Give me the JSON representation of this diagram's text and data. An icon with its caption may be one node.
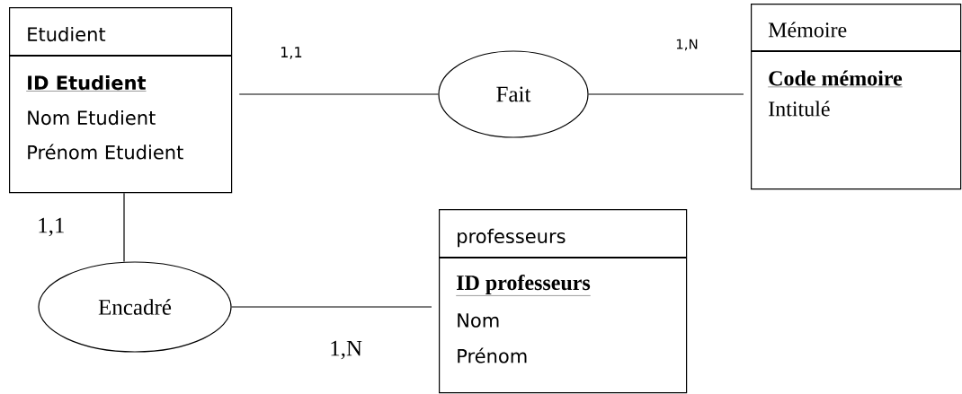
{
  "diagram": {
    "nodes": [
      {
        "text": [
          "Etudient",
          "ID Etudient",
          "Nom Etudient",
          "Prénom Etudient"
        ]
      },
      {
        "text": [
          "Fait"
        ]
      },
      {
        "text": [
          "Mémoire",
          "Code mémoire",
          "Intitulé"
        ]
      },
      {
        "text": [
          "professeurs",
          "ID professeurs",
          "Nom",
          "Prénom"
        ]
      },
      {
        "text": [
          "Encadré"
        ]
      }
    ],
    "edges": [
      {
        "from": 0,
        "to": 1,
        "arrow": "none"
      },
      {
        "from": 1,
        "to": 2,
        "arrow": "none"
      },
      {
        "from": 0,
        "to": 4,
        "arrow": "none"
      },
      {
        "from": 4,
        "to": 3,
        "arrow": "none"
      }
    ],
    "labels": [
      "1,1",
      "1,N",
      "1,1",
      "1,N"
    ]
  }
}
